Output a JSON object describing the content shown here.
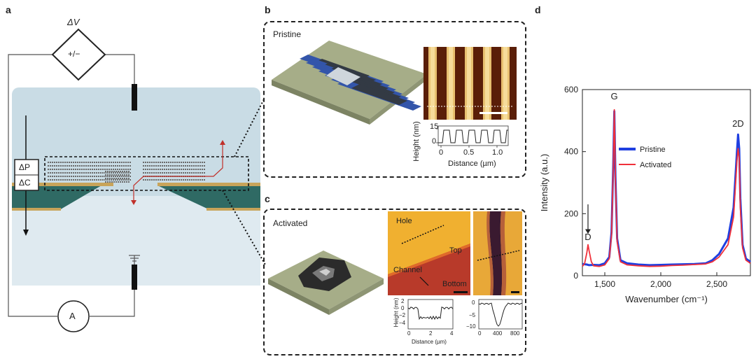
{
  "panels": {
    "a": "a",
    "b": "b",
    "c": "c",
    "d": "d"
  },
  "panel_a": {
    "voltage_label": "ΔV",
    "source_symbol": "+/−",
    "pressure_label": "ΔP",
    "concentration_label": "ΔC",
    "ammeter_label": "A",
    "colors": {
      "water": "#c9dce5",
      "membrane": "#2f6a64",
      "electrode": "#c8a45a",
      "current": "#c0302a"
    }
  },
  "panel_b": {
    "title": "Pristine",
    "plot": {
      "xlabel": "Distance (µm)",
      "ylabel": "Height (nm)",
      "xticks": [
        "0",
        "0.5",
        "1.0"
      ],
      "yticks": [
        "0",
        "15"
      ]
    }
  },
  "panel_c": {
    "title": "Activated",
    "image_labels": {
      "hole": "Hole",
      "top": "Top",
      "channel": "Channel",
      "bottom": "Bottom"
    },
    "plot1": {
      "xlabel": "Distance (µm)",
      "ylabel": "Height (nm)",
      "xticks": [
        "0",
        "2",
        "4"
      ],
      "yticks": [
        "2",
        "0",
        "−2",
        "−4"
      ]
    },
    "plot2": {
      "xticks": [
        "0",
        "400",
        "800"
      ],
      "yticks": [
        "0",
        "−5",
        "−10"
      ]
    }
  },
  "chart_data": {
    "type": "line",
    "xlabel": "Wavenumber (cm⁻¹)",
    "ylabel": "Intensity (a.u.)",
    "xlim": [
      1300,
      2800
    ],
    "ylim": [
      0,
      600
    ],
    "xticks": [
      "1,500",
      "2,000",
      "2,500"
    ],
    "yticks": [
      "0",
      "200",
      "400",
      "600"
    ],
    "legend_position": "center-right",
    "annotations": [
      "G",
      "2D",
      "D"
    ],
    "series": [
      {
        "name": "Pristine",
        "color": "#1f3fe0",
        "points": [
          [
            1300,
            38
          ],
          [
            1340,
            36
          ],
          [
            1360,
            34
          ],
          [
            1400,
            35
          ],
          [
            1450,
            34
          ],
          [
            1500,
            40
          ],
          [
            1540,
            60
          ],
          [
            1560,
            140
          ],
          [
            1575,
            350
          ],
          [
            1585,
            530
          ],
          [
            1595,
            320
          ],
          [
            1610,
            120
          ],
          [
            1640,
            50
          ],
          [
            1700,
            40
          ],
          [
            1800,
            36
          ],
          [
            1900,
            34
          ],
          [
            2000,
            35
          ],
          [
            2100,
            36
          ],
          [
            2200,
            37
          ],
          [
            2300,
            38
          ],
          [
            2400,
            40
          ],
          [
            2460,
            50
          ],
          [
            2520,
            70
          ],
          [
            2600,
            120
          ],
          [
            2650,
            220
          ],
          [
            2680,
            400
          ],
          [
            2690,
            455
          ],
          [
            2700,
            410
          ],
          [
            2710,
            250
          ],
          [
            2730,
            100
          ],
          [
            2760,
            55
          ],
          [
            2800,
            45
          ]
        ]
      },
      {
        "name": "Activated",
        "color": "#f0303a",
        "points": [
          [
            1300,
            30
          ],
          [
            1320,
            40
          ],
          [
            1340,
            75
          ],
          [
            1350,
            100
          ],
          [
            1360,
            80
          ],
          [
            1380,
            45
          ],
          [
            1400,
            32
          ],
          [
            1450,
            30
          ],
          [
            1500,
            35
          ],
          [
            1540,
            55
          ],
          [
            1560,
            130
          ],
          [
            1575,
            340
          ],
          [
            1585,
            535
          ],
          [
            1595,
            310
          ],
          [
            1610,
            110
          ],
          [
            1640,
            45
          ],
          [
            1700,
            35
          ],
          [
            1800,
            32
          ],
          [
            1900,
            30
          ],
          [
            2000,
            31
          ],
          [
            2100,
            33
          ],
          [
            2200,
            34
          ],
          [
            2300,
            36
          ],
          [
            2400,
            38
          ],
          [
            2460,
            45
          ],
          [
            2520,
            60
          ],
          [
            2600,
            100
          ],
          [
            2650,
            190
          ],
          [
            2680,
            370
          ],
          [
            2690,
            410
          ],
          [
            2700,
            380
          ],
          [
            2710,
            220
          ],
          [
            2730,
            90
          ],
          [
            2760,
            50
          ],
          [
            2800,
            40
          ]
        ]
      }
    ]
  }
}
